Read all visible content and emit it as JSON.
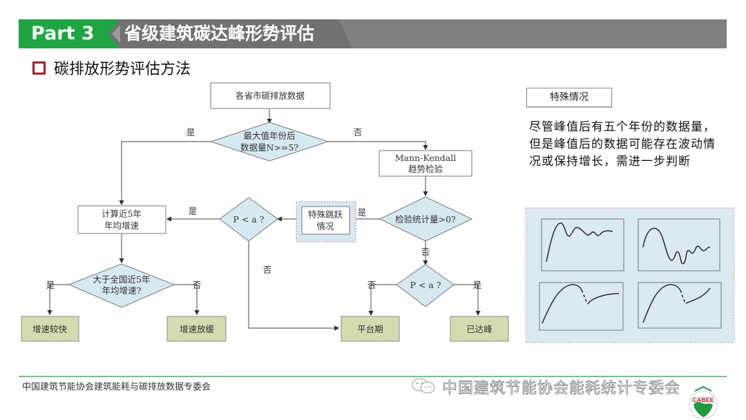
{
  "header": {
    "part_label": "Part 3",
    "title": "省级建筑碳达峰形势评估"
  },
  "section": {
    "title": "碳排放形势评估方法"
  },
  "flowchart": {
    "nodes": {
      "start": "各省市碳排放数据",
      "decision_n_line1": "最大值年份后",
      "decision_n_line2": "数据量N>=5?",
      "mk_line1": "Mann-Kendall",
      "mk_line2": "趋势检验",
      "decision_stat": "检验统计量>0?",
      "special_jump_line1": "特殊跳跃",
      "special_jump_line2": "情况",
      "decision_p_left": "P < a ?",
      "decision_p_right": "P < a ?",
      "calc_line1": "计算近5年",
      "calc_line2": "年均增速",
      "decision_national_line1": "大于全国近5年",
      "decision_national_line2": "年均增速?",
      "result_fast": "增速较快",
      "result_slow": "增速放缓",
      "result_plateau": "平台期",
      "result_peaked": "已达峰"
    },
    "edge_labels": {
      "yes": "是",
      "no": "否"
    },
    "colors": {
      "decision_fill": "#d6e8f0",
      "result_fill": "#d2dcae",
      "line": "#555555",
      "special_border": "#c87f7f"
    }
  },
  "special_case": {
    "title": "特殊情况",
    "description": "尽管峰值后有五个年份的数据量，但是峰值后的数据可能存在波动情况或保持增长，需进一步判断"
  },
  "footer": {
    "left_text": "中国建筑节能协会建筑能耗与碳排放数据专委会",
    "right_text": "中国建筑节能协会能耗统计专委会",
    "logo_text": "CABEE"
  }
}
